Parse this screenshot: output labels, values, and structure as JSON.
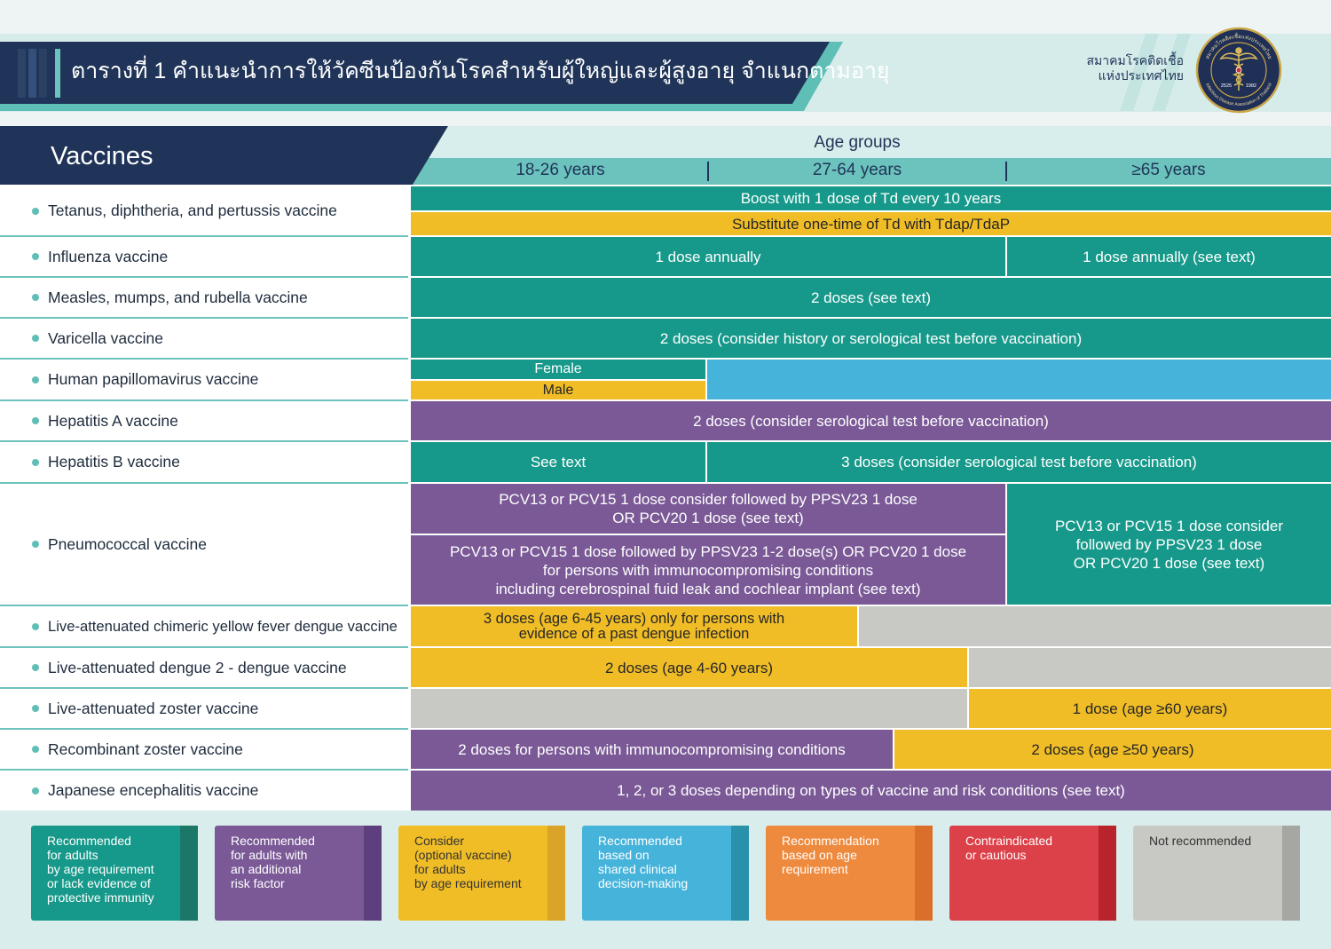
{
  "header": {
    "title": "ตารางที่ 1 คำแนะนำการให้วัคซีนป้องกันโรคสำหรับผู้ใหญ่และผู้สูงอายุ จำแนกตามอายุ",
    "org_line1": "สมาคมโรคติดเชื้อ",
    "org_line2": "แห่งประเทศไทย",
    "logo": {
      "ring_top": "สมาคมโรคติดเชื้อแห่งประเทศไทย",
      "ring_bottom": "Infectious Disease Association of Thailand",
      "year_left": "2525",
      "year_right": "1982"
    },
    "colors": {
      "navy": "#1f3458",
      "band": "#d6ecea",
      "accent": "#5fbfb7",
      "stripe": "#c3e4e1"
    }
  },
  "table": {
    "vaccines_header": "Vaccines",
    "age_groups_header": "Age groups",
    "age_columns": [
      "18-26 years",
      "27-64 years",
      "≥65 years"
    ],
    "colors": {
      "header_navy": "#1f3458",
      "age_row": "#d8eeec",
      "age_header": "#6cc3bd",
      "separator": "#6cc3bd"
    },
    "rows": [
      {
        "vaccine": "Tetanus, diphtheria, and pertussis vaccine",
        "cells": [
          {
            "text": "Boost with 1 dose of Td every 10 years",
            "color": "#16998a"
          },
          {
            "text": "Substitute one-time of Td with Tdap/TdaP",
            "color": "#f0bd27"
          }
        ]
      },
      {
        "vaccine": "Influenza vaccine",
        "cells": [
          {
            "text": "1 dose annually",
            "color": "#16998a"
          },
          {
            "text": "1 dose annually (see text)",
            "color": "#16998a"
          }
        ]
      },
      {
        "vaccine": "Measles, mumps, and rubella vaccine",
        "cells": [
          {
            "text": "2 doses (see text)",
            "color": "#16998a"
          }
        ]
      },
      {
        "vaccine": "Varicella vaccine",
        "cells": [
          {
            "text": "2 doses (consider history or serological test before vaccination)",
            "color": "#16998a"
          }
        ]
      },
      {
        "vaccine": "Human papillomavirus vaccine",
        "cells": [
          {
            "text": "Female",
            "color": "#16998a"
          },
          {
            "text": "Male",
            "color": "#f0bd27"
          },
          {
            "color": "#46b3da"
          }
        ]
      },
      {
        "vaccine": "Hepatitis A vaccine",
        "cells": [
          {
            "text": "2 doses (consider serological test before vaccination)",
            "color": "#7a5996"
          }
        ]
      },
      {
        "vaccine": "Hepatitis B vaccine",
        "cells": [
          {
            "text": "See text",
            "color": "#16998a"
          },
          {
            "text": "3 doses (consider serological test before vaccination)",
            "color": "#16998a"
          }
        ]
      },
      {
        "vaccine": "Pneumococcal vaccine",
        "cells": [
          {
            "text": "PCV13 or PCV15 1 dose consider followed by PPSV23 1 dose\nOR PCV20 1 dose (see text)",
            "color": "#7a5996"
          },
          {
            "text": "PCV13 or PCV15 1 dose followed by PPSV23 1-2 dose(s) OR PCV20 1 dose\nfor persons with immunocompromising conditions\nincluding cerebrospinal fuid leak and cochlear implant (see text)",
            "color": "#7a5996"
          },
          {
            "text": "PCV13 or PCV15 1 dose consider\nfollowed by PPSV23 1 dose\nOR PCV20 1 dose (see text)",
            "color": "#16998a"
          }
        ]
      },
      {
        "vaccine": "Live-attenuated chimeric yellow fever dengue vaccine",
        "cells": [
          {
            "text": "3 doses (age 6-45 years) only for persons with\nevidence of a past dengue infection",
            "color": "#f0bd27"
          },
          {
            "color": "#c8c9c4"
          }
        ]
      },
      {
        "vaccine": "Live-attenuated dengue 2 - dengue vaccine",
        "cells": [
          {
            "text": "2 doses (age 4-60 years)",
            "color": "#f0bd27"
          },
          {
            "color": "#c8c9c4"
          }
        ]
      },
      {
        "vaccine": "Live-attenuated zoster vaccine",
        "cells": [
          {
            "color": "#c8c9c4"
          },
          {
            "text": "1 dose (age ≥60 years)",
            "color": "#f0bd27"
          }
        ]
      },
      {
        "vaccine": "Recombinant zoster vaccine",
        "cells": [
          {
            "text": "2 doses for persons with immunocompromising conditions",
            "color": "#7a5996"
          },
          {
            "text": "2 doses (age ≥50 years)",
            "color": "#f0bd27"
          }
        ]
      },
      {
        "vaccine": "Japanese encephalitis vaccine",
        "cells": [
          {
            "text": "1, 2, or 3 doses depending on types of vaccine and risk conditions (see text)",
            "color": "#7a5996"
          }
        ]
      }
    ]
  },
  "legend": {
    "background": "#d9eeec",
    "items": [
      {
        "label": "Recommended\nfor adults\nby age requirement\nor lack evidence of\nprotective immunity",
        "color": "#16998a",
        "accent": "#1b7767"
      },
      {
        "label": "Recommended\nfor adults with\nan additional\nrisk factor",
        "color": "#7a5996",
        "accent": "#5e3f7e"
      },
      {
        "label": "Consider\n(optional vaccine)\nfor adults\nby age requirement",
        "color": "#f0bd27",
        "accent": "#d9a427"
      },
      {
        "label": "Recommended\nbased on\nshared clinical\ndecision-making",
        "color": "#46b3da",
        "accent": "#2a91ab"
      },
      {
        "label": "Recommendation\nbased on age\nrequirement",
        "color": "#ee8a3d",
        "accent": "#d96f2a"
      },
      {
        "label": "Contraindicated\nor cautious",
        "color": "#dc4048",
        "accent": "#b8232c"
      },
      {
        "label": "Not recommended",
        "color": "#c8c9c4",
        "accent": "#a6a7a3"
      }
    ]
  }
}
